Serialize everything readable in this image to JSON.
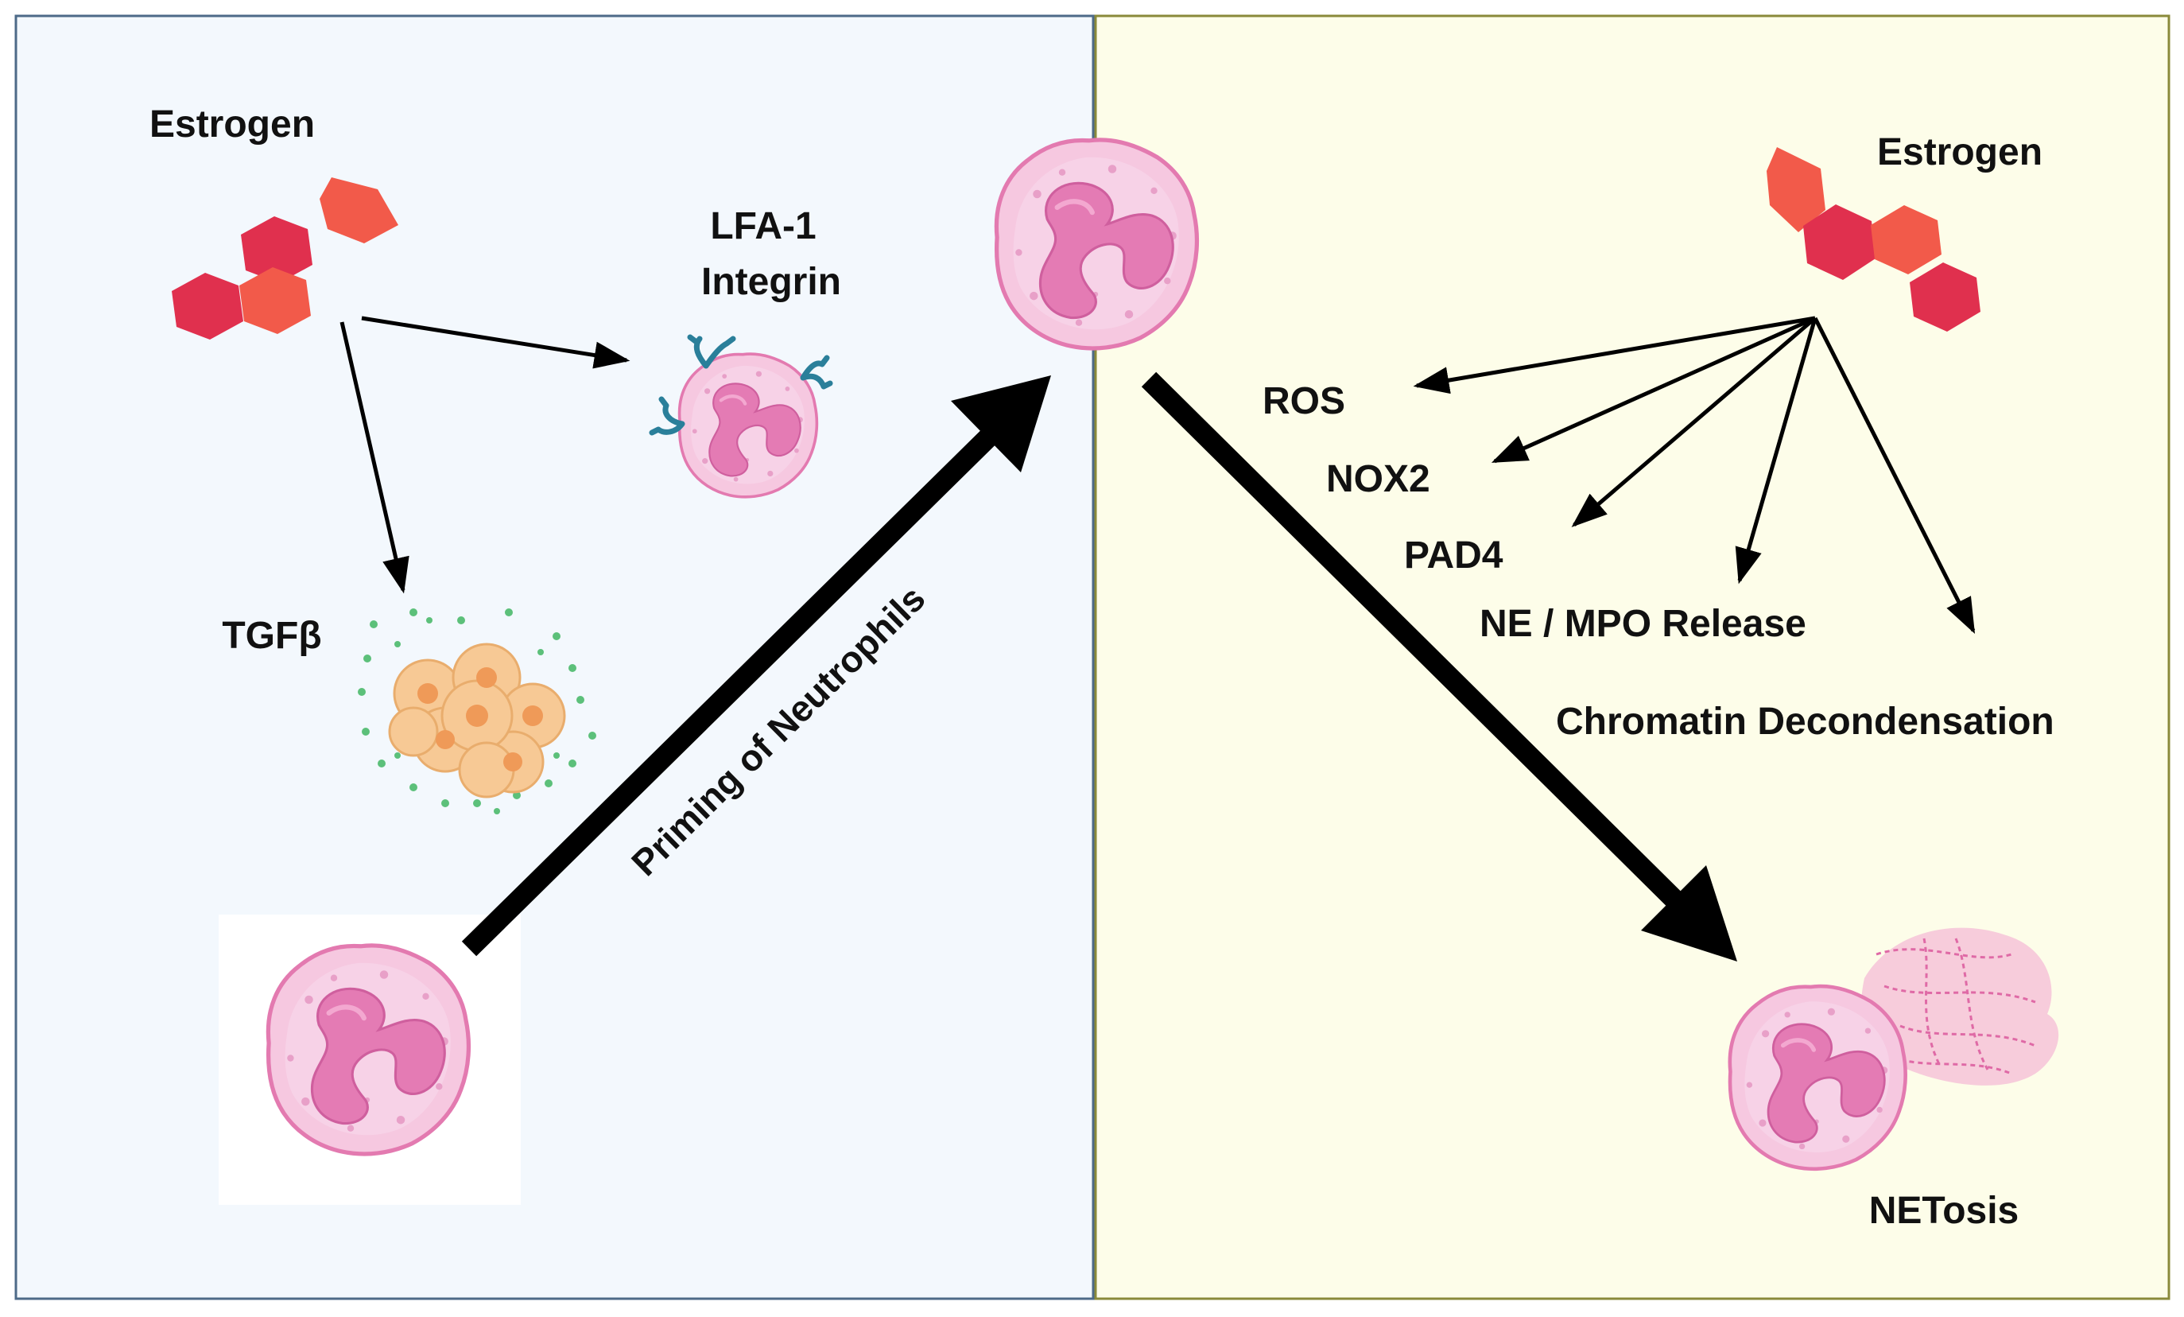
{
  "colors": {
    "left_panel_bg": "#f3f8fd",
    "right_panel_bg": "#fdfde9",
    "panel_border_left": "#4d6a88",
    "panel_border_right": "#8a8a3a",
    "hexagon_dark": "#e0304e",
    "hexagon_light": "#f25a4a",
    "cell_fill": "#f6c8e0",
    "cell_outline": "#e37ab0",
    "nucleus": "#e47bb4",
    "integrin": "#2a7f9a",
    "tumor_fill": "#f7c995",
    "tumor_core": "#ef9a58",
    "tgf_dots": "#5cc07a",
    "arrow": "#000000"
  },
  "left_panel": {
    "estrogen_label": "Estrogen",
    "lfa1_label_line1": "LFA-1",
    "lfa1_label_line2": "Integrin",
    "tgf_label": "TGFβ",
    "priming_label": "Priming of Neutrophils"
  },
  "right_panel": {
    "estrogen_label": "Estrogen",
    "effects": [
      "ROS",
      "NOX2",
      "PAD4",
      "NE / MPO Release",
      "Chromatin Decondensation"
    ],
    "outcome_label": "NETosis"
  },
  "icons": {
    "estrogen": "estrogen-hexagon-icon",
    "neutrophil": "neutrophil-cell-icon",
    "tumor": "tumor-cell-cluster-icon",
    "net": "net-release-icon"
  }
}
